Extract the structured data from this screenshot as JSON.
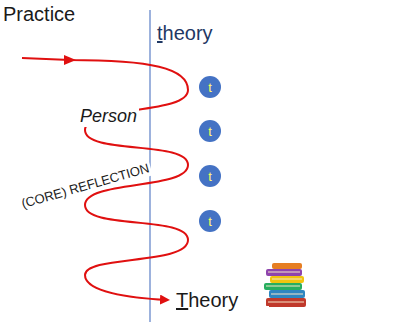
{
  "diagram": {
    "nodes": [
      {
        "text": [
          "t"
        ]
      },
      {
        "text": [
          "t"
        ]
      },
      {
        "text": [
          "t"
        ]
      },
      {
        "text": [
          "t"
        ]
      }
    ],
    "labels": [
      "Practice",
      "theory",
      "Person",
      "(CORE) REFLECTION",
      "Theory"
    ]
  }
}
